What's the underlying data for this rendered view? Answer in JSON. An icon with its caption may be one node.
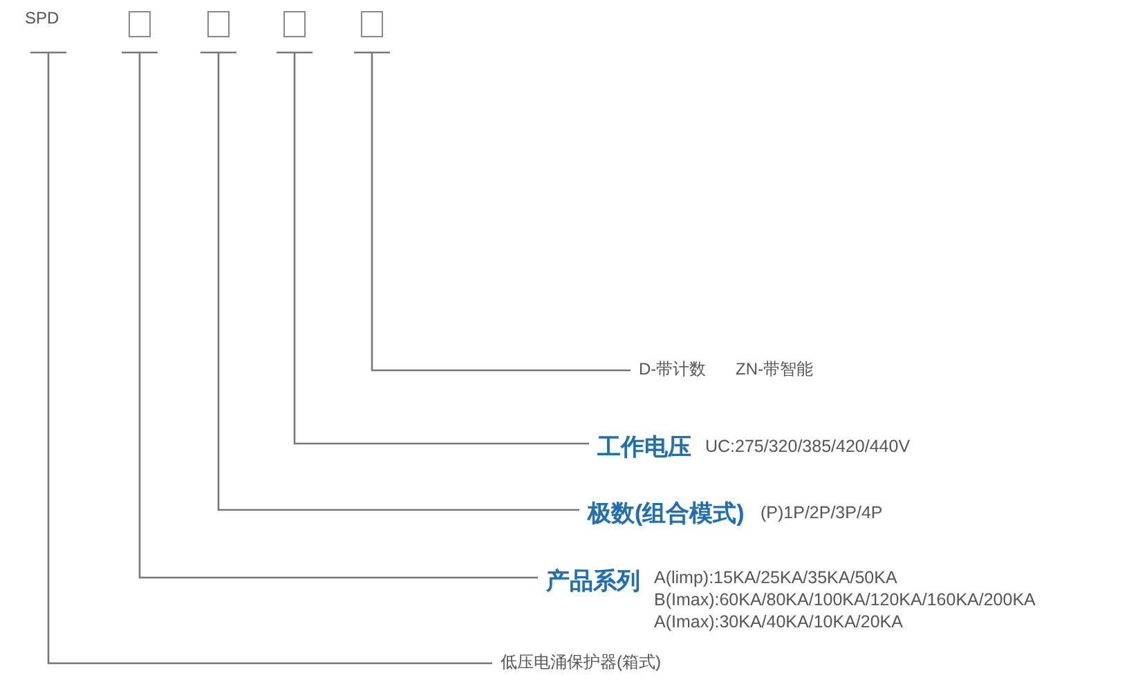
{
  "diagram": {
    "nodes": [
      {
        "text": [
          "SPD"
        ]
      },
      {
        "text": [],
        "shape": "box"
      },
      {
        "text": [],
        "shape": "box"
      },
      {
        "text": [],
        "shape": "box"
      },
      {
        "text": [],
        "shape": "box"
      },
      {
        "text": [
          "D-带计数",
          "ZN-带智能"
        ]
      },
      {
        "text": [
          "工作电压",
          "UC:275/320/385/420/440V"
        ]
      },
      {
        "text": [
          "极数(组合模式)",
          "(P)1P/2P/3P/4P"
        ]
      },
      {
        "text": [
          "产品系列",
          "A(limp):15KA/25KA/35KA/50KA",
          "B(Imax):60KA/80KA/100KA/120KA/160KA/200KA",
          "A(Imax):30KA/40KA/10KA/20KA"
        ]
      },
      {
        "text": [
          "低压电涌保护器(箱式)"
        ]
      }
    ],
    "edges": [
      {
        "from": 4,
        "to": 5,
        "arrow": "none"
      },
      {
        "from": 3,
        "to": 6,
        "arrow": "none"
      },
      {
        "from": 2,
        "to": 7,
        "arrow": "none"
      },
      {
        "from": 1,
        "to": 8,
        "arrow": "none"
      },
      {
        "from": 0,
        "to": 9,
        "arrow": "none"
      }
    ]
  }
}
